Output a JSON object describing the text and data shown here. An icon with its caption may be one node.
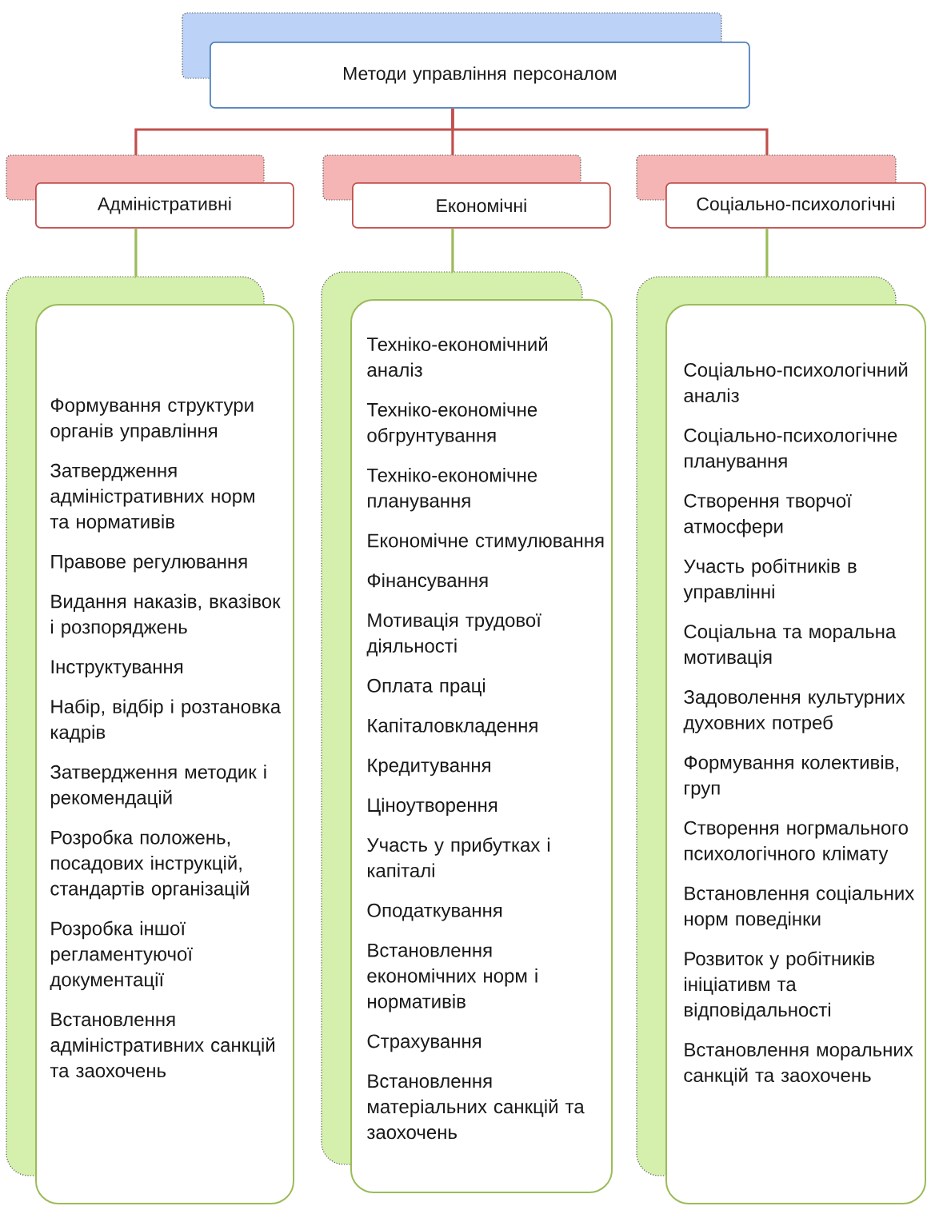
{
  "diagram": {
    "nodes": [
      {
        "text": [
          "Методи управління персоналом"
        ]
      },
      {
        "text": [
          "Адміністративні"
        ]
      },
      {
        "text": [
          "Економічні"
        ]
      },
      {
        "text": [
          "Соціально-психологічні"
        ]
      },
      {
        "text": [
          "Формування структури органів управління",
          "Затвердження адміністративних норм та нормативів",
          "Правове регулювання",
          "Видання наказів, вказівок і розпоряджень",
          "Інструктування",
          "Набір, відбір і розтановка кадрів",
          "Затвердження методик і рекомендацій",
          "Розробка положень, посадових інструкцій, стандартів організацій",
          "Розробка іншої регламентуючої документації",
          "Встановлення адміністративних санкцій та заохочень"
        ]
      },
      {
        "text": [
          "Техніко-економічний аналіз",
          "Техніко-економічне обгрунтування",
          "Техніко-економічне планування",
          "Економічне стимулювання",
          "Фінансування",
          "Мотивація трудової діяльності",
          "Оплата праці",
          "Капіталовкладення",
          "Кредитування",
          "Ціноутворення",
          "Участь у прибутках і капіталі",
          "Оподаткування",
          "Встановлення економічних норм і нормативів",
          "Страхування",
          "Встановлення матеріальних санкцій та заохочень"
        ]
      },
      {
        "text": [
          "Соціально-психологічний аналіз",
          "Соціально-психологічне планування",
          "Створення творчої атмосфери",
          "Участь робітників в управлінні",
          "Соціальна та моральна мотивація",
          "Задоволення культурних духовних потреб",
          "Формування колективів, груп",
          "Створення ногрмального психологічного клімату",
          "Встановлення соціальних норм поведінки",
          "Розвиток у робітників ініціативм та відповідальності",
          "Встановлення моральних санкцій та заохочень"
        ]
      }
    ],
    "edges": [
      {
        "from": 0,
        "to": 1,
        "arrow": "none",
        "color": "#c0504d"
      },
      {
        "from": 0,
        "to": 2,
        "arrow": "none",
        "color": "#c0504d"
      },
      {
        "from": 0,
        "to": 3,
        "arrow": "none",
        "color": "#c0504d"
      },
      {
        "from": 1,
        "to": 4,
        "arrow": "none",
        "color": "#9bbb59"
      },
      {
        "from": 2,
        "to": 5,
        "arrow": "none",
        "color": "#9bbb59"
      },
      {
        "from": 3,
        "to": 6,
        "arrow": "none",
        "color": "#9bbb59"
      }
    ]
  }
}
